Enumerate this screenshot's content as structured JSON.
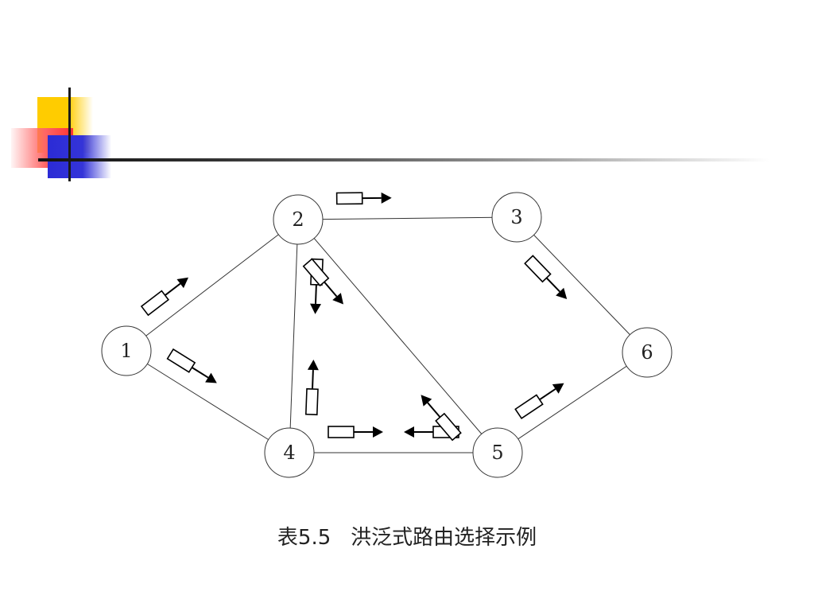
{
  "caption": "表5.5   洪泛式路由选择示例",
  "diagram": {
    "nodes": [
      {
        "id": "1",
        "label": "1"
      },
      {
        "id": "2",
        "label": "2"
      },
      {
        "id": "3",
        "label": "3"
      },
      {
        "id": "4",
        "label": "4"
      },
      {
        "id": "5",
        "label": "5"
      },
      {
        "id": "6",
        "label": "6"
      }
    ],
    "edges": [
      {
        "from": "1",
        "to": "2"
      },
      {
        "from": "1",
        "to": "4"
      },
      {
        "from": "2",
        "to": "3"
      },
      {
        "from": "2",
        "to": "4"
      },
      {
        "from": "2",
        "to": "5"
      },
      {
        "from": "3",
        "to": "6"
      },
      {
        "from": "4",
        "to": "5"
      },
      {
        "from": "5",
        "to": "6"
      }
    ],
    "packets": [
      {
        "from": "1",
        "to": "2"
      },
      {
        "from": "1",
        "to": "4"
      },
      {
        "from": "2",
        "to": "3"
      },
      {
        "from": "2",
        "to": "4"
      },
      {
        "from": "2",
        "to": "5"
      },
      {
        "from": "3",
        "to": "6"
      },
      {
        "from": "4",
        "to": "2"
      },
      {
        "from": "4",
        "to": "5"
      },
      {
        "from": "5",
        "to": "4"
      },
      {
        "from": "5",
        "to": "2"
      },
      {
        "from": "5",
        "to": "6"
      }
    ]
  },
  "colors": {
    "deco_yellow": "#ffcc00",
    "deco_red": "#ff3333",
    "deco_blue": "#3434d8"
  }
}
